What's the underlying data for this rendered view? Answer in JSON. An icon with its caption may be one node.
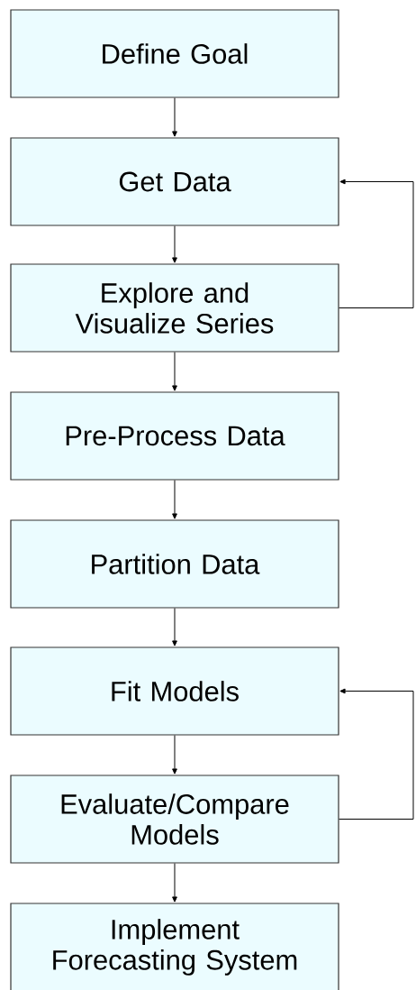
{
  "diagram": {
    "nodes": [
      {
        "text": [
          "Define Goal"
        ]
      },
      {
        "text": [
          "Get Data"
        ]
      },
      {
        "text": [
          "Explore and Visualize Series"
        ]
      },
      {
        "text": [
          "Pre-Process Data"
        ]
      },
      {
        "text": [
          "Partition Data"
        ]
      },
      {
        "text": [
          "Fit Models"
        ]
      },
      {
        "text": [
          "Evaluate/Compare Models"
        ]
      },
      {
        "text": [
          "Implement Forecasting System"
        ]
      }
    ],
    "edges": [
      {
        "from": 0,
        "to": 1,
        "arrow": "to"
      },
      {
        "from": 1,
        "to": 2,
        "arrow": "to"
      },
      {
        "from": 2,
        "to": 3,
        "arrow": "to"
      },
      {
        "from": 3,
        "to": 4,
        "arrow": "to"
      },
      {
        "from": 4,
        "to": 5,
        "arrow": "to"
      },
      {
        "from": 5,
        "to": 6,
        "arrow": "to"
      },
      {
        "from": 6,
        "to": 7,
        "arrow": "to"
      },
      {
        "from": 2,
        "to": 1,
        "arrow": "to"
      },
      {
        "from": 6,
        "to": 5,
        "arrow": "to"
      }
    ]
  }
}
